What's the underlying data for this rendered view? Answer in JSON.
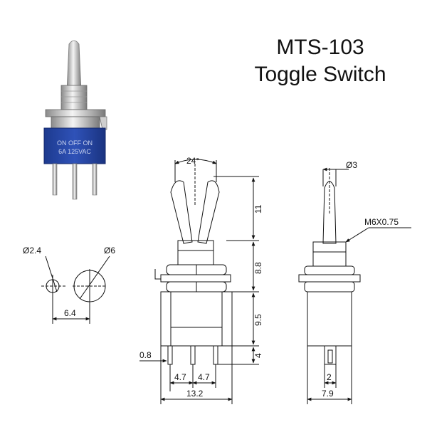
{
  "title": {
    "model": "MTS-103",
    "subtitle": "Toggle Switch"
  },
  "photo": {
    "housing_marking_line1": "ON OFF ON",
    "housing_marking_line2": "6A 125VAC",
    "housing_color": "#2a4aa8"
  },
  "dimensions": {
    "hole_small": "Ø2.4",
    "hole_large": "Ø6",
    "hole_spacing": "6.4",
    "lever_angle": "24°",
    "lever_length": "11",
    "bushing_height": "8.8",
    "body_height": "9.5",
    "terminal_length": "4",
    "terminal_thickness": "0.8",
    "pitch_left": "4.7",
    "pitch_right": "4.7",
    "body_width": "13.2",
    "lever_tip": "Ø3",
    "thread": "M6X0.75",
    "terminal_width": "2",
    "body_depth": "7.9"
  }
}
